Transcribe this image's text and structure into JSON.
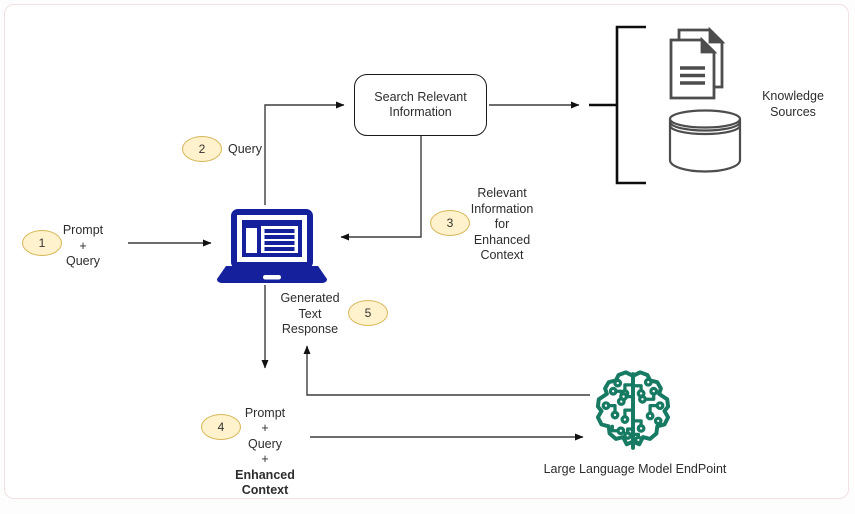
{
  "diagram": {
    "search_box": "Search Relevant\nInformation",
    "knowledge_sources": "Knowledge\nSources",
    "labels": {
      "prompt_query": "Prompt\n+\nQuery",
      "query": "Query",
      "relevant_info": "Relevant\nInformation\nfor\nEnhanced\nContext",
      "generated_response": "Generated\nText\nResponse",
      "prompt_query_plus": "Prompt\n+\nQuery\n+",
      "enhanced_context": "Enhanced\nContext",
      "llm_endpoint": "Large Language Model EndPoint"
    },
    "markers": {
      "m1": "1",
      "m2": "2",
      "m3": "3",
      "m4": "4",
      "m5": "5"
    },
    "icons": {
      "laptop": "laptop-app-icon",
      "documents": "documents-icon",
      "database": "database-cylinder-icon",
      "brain": "brain-circuit-icon"
    },
    "colors": {
      "laptop": "#15209d",
      "brain": "#177a62",
      "icon_gray": "#4d4d4d",
      "line": "#3d3d3d",
      "bracket": "#0d0d0d",
      "badge_fill": "#FFF2CC",
      "badge_border": "#D6B656"
    }
  }
}
